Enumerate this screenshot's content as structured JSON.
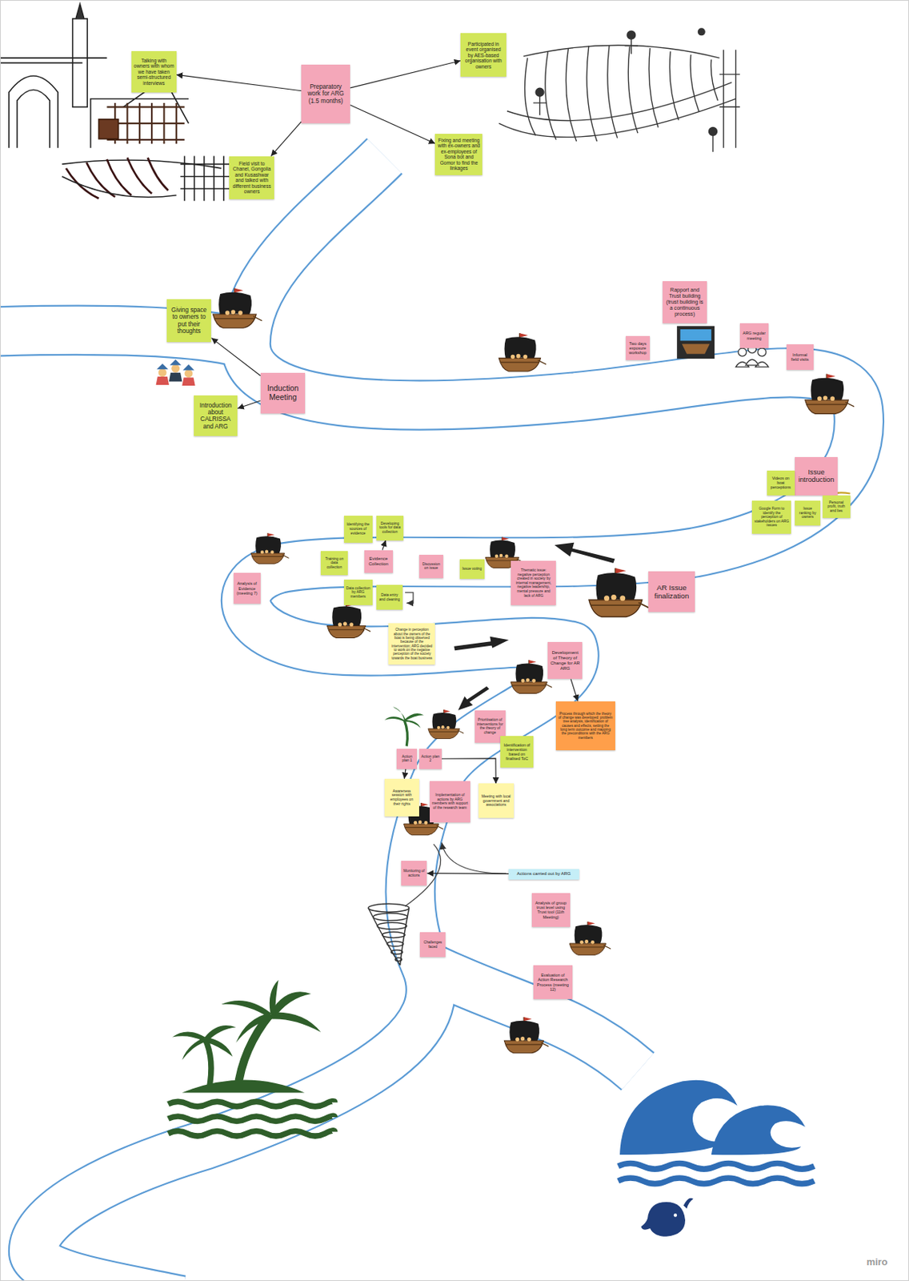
{
  "diagram": {
    "nodes": [
      {
        "text": [
          "Preparatory work for ARG (1.5 months)"
        ]
      },
      {
        "text": [
          "Talking with owners with whom we have taken semi-structured interviews"
        ]
      },
      {
        "text": [
          "Participated in event organised by AES-based organisation with owners"
        ]
      },
      {
        "text": [
          "Field visit to Chanel, Gongolia and Kusashwar and talked with different business owners"
        ]
      },
      {
        "text": [
          "Fixing and meeting with ex-owners and ex-employees of Sona bot and Gomor to find the linkages"
        ]
      },
      {
        "text": [
          "Giving space to owners to put their thoughts"
        ]
      },
      {
        "text": [
          "Induction Meeting"
        ]
      },
      {
        "text": [
          "Introduction about CALRISSA and ARG"
        ]
      },
      {
        "text": [
          "Rapport and Trust building (trust building is a continuous process)"
        ]
      },
      {
        "text": [
          "Two days exposure workshop"
        ]
      },
      {
        "text": [
          "ARG regular meeting"
        ]
      },
      {
        "text": [
          "Informal field visits"
        ]
      },
      {
        "text": [
          "Issue introduction"
        ]
      },
      {
        "text": [
          "Videos on boat perceptions"
        ]
      },
      {
        "text": [
          "Google Form to identify the perception of stakeholders on ARG issues"
        ]
      },
      {
        "text": [
          "Issue ranking by owners"
        ]
      },
      {
        "text": [
          "Personal profit, truth and lies"
        ]
      },
      {
        "text": [
          "AR Issue finalization"
        ]
      },
      {
        "text": [
          "Thematic issue: negative perception created in society by internal management, negative leadership, mental pressure and lack of ARG"
        ]
      },
      {
        "text": [
          "Issue voting"
        ]
      },
      {
        "text": [
          "Discussion on issue"
        ]
      },
      {
        "text": [
          "Evidence Collection"
        ]
      },
      {
        "text": [
          "Identifying the sources of evidence"
        ]
      },
      {
        "text": [
          "Developing tools for data collection"
        ]
      },
      {
        "text": [
          "Training on data collection"
        ]
      },
      {
        "text": [
          "Data collection by ARG members"
        ]
      },
      {
        "text": [
          "Data entry and cleaning"
        ]
      },
      {
        "text": [
          "Analysis of Evidence (meeting 7)"
        ]
      },
      {
        "text": [
          "Change in perception about the owners of the boat is being observed because of the intervention; ARG decided to work on the negative perception of the society towards the boat business"
        ]
      },
      {
        "text": [
          "Development of Theory of Change for AR ARG"
        ]
      },
      {
        "text": [
          "Process through which the theory of change was developed: problem tree analysis, identification of causes and effects, setting the long term outcome and mapping the preconditions with the ARG members"
        ]
      },
      {
        "text": [
          "Prioritisation of interventions for the theory of change"
        ]
      },
      {
        "text": [
          "Identification of intervention based on finalised ToC"
        ]
      },
      {
        "text": [
          "Action plan 1"
        ]
      },
      {
        "text": [
          "Action plan 2"
        ]
      },
      {
        "text": [
          "Awareness session with employees on their rights"
        ]
      },
      {
        "text": [
          "Implementation of actions by ARG members with support of the research team"
        ]
      },
      {
        "text": [
          "Meeting with local government and associations"
        ]
      },
      {
        "text": [
          "Actions carried out by ARG"
        ]
      },
      {
        "text": [
          "Monitoring of actions"
        ]
      },
      {
        "text": [
          "Analysis of group trust level using Trust tool (11th Meeting)"
        ]
      },
      {
        "text": [
          "Challenges faced"
        ]
      },
      {
        "text": [
          "Evaluation of Action Research Process (meeting 12)"
        ]
      }
    ],
    "edges": [
      {
        "from": 0,
        "to": 1,
        "arrow": "to"
      },
      {
        "from": 0,
        "to": 2,
        "arrow": "to"
      },
      {
        "from": 0,
        "to": 3,
        "arrow": "to"
      },
      {
        "from": 0,
        "to": 4,
        "arrow": "to"
      },
      {
        "from": 6,
        "to": 5,
        "arrow": "to"
      },
      {
        "from": 6,
        "to": 7,
        "arrow": "to"
      },
      {
        "from": 21,
        "to": 23,
        "arrow": "to"
      },
      {
        "from": 29,
        "to": 30,
        "arrow": "to"
      },
      {
        "from": 33,
        "to": 35,
        "arrow": "to"
      },
      {
        "from": 34,
        "to": 37,
        "arrow": "to"
      },
      {
        "from": 38,
        "to": 39,
        "arrow": "to"
      }
    ],
    "labels": [
      "miro"
    ]
  }
}
